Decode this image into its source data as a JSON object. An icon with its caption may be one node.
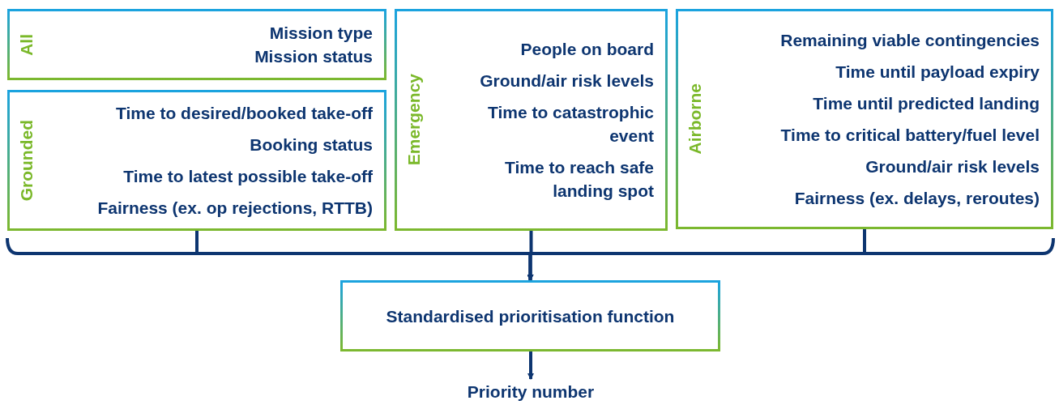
{
  "diagram": {
    "nodes": [
      {
        "text": [
          "All",
          "Mission type",
          "Mission status"
        ]
      },
      {
        "text": [
          "Grounded",
          "Time to desired/booked take-off",
          "Booking status",
          "Time to latest possible take-off",
          "Fairness (ex. op rejections, RTTB)"
        ]
      },
      {
        "text": [
          "Emergency",
          "People on board",
          "Ground/air risk levels",
          "Time to catastrophic event",
          "Time to reach safe landing spot"
        ]
      },
      {
        "text": [
          "Airborne",
          "Remaining viable contingencies",
          "Time until payload expiry",
          "Time until predicted landing",
          "Time to critical battery/fuel level",
          "Ground/air risk levels",
          "Fairness (ex. delays, reroutes)"
        ]
      },
      {
        "text": [
          "Standardised prioritisation function"
        ]
      },
      {
        "text": [
          "Priority number"
        ]
      }
    ],
    "edges": [
      {
        "from": 1,
        "to": 4,
        "arrow": "to"
      },
      {
        "from": 2,
        "to": 4,
        "arrow": "to"
      },
      {
        "from": 3,
        "to": 4,
        "arrow": "to"
      },
      {
        "from": 4,
        "to": 5,
        "arrow": "to"
      }
    ]
  }
}
